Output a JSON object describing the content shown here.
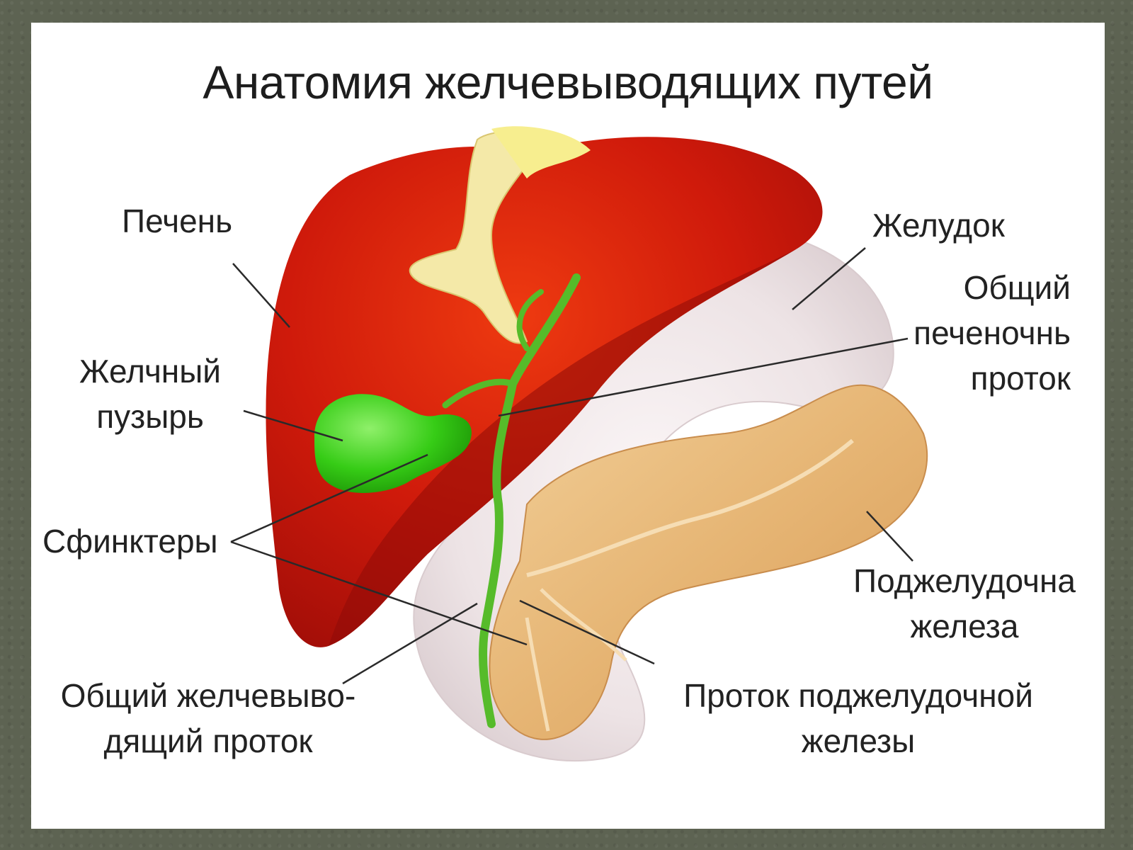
{
  "title": "Анатомия желчевыводящих путей",
  "labels": {
    "liver": "Печень",
    "stomach": "Желудок",
    "gallbladder": [
      "Желчный",
      "пузырь"
    ],
    "common_hepatic_duct": [
      "Общий",
      "печеночнь",
      "проток"
    ],
    "sphincters": "Сфинктеры",
    "pancreas": [
      "Поджелудочна",
      "железа"
    ],
    "common_bile_duct": [
      "Общий желчевыво-",
      "дящий проток"
    ],
    "pancreatic_duct": [
      "Проток поджелудочной",
      "железы"
    ]
  },
  "colors": {
    "liver": "#c8160c",
    "liver_dark": "#8e0b07",
    "gallbladder": "#3fcf1e",
    "bile_duct": "#5bbf2a",
    "pancreas": "#e6b77a",
    "stomach": "#eee4e6",
    "ligament": "#f3e7a0",
    "frame": "#5d6352"
  }
}
